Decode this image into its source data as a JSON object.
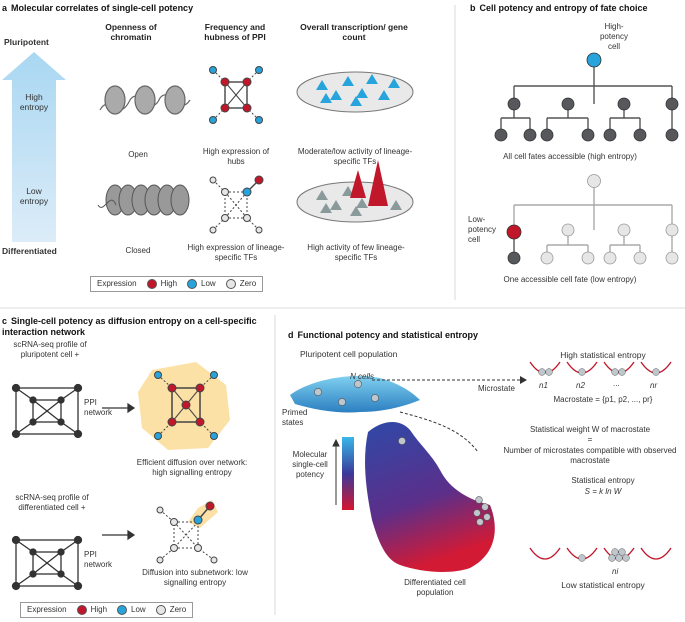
{
  "colors": {
    "red": "#c0172b",
    "blue": "#27a4db",
    "grey": "#56585c",
    "light": "#e6e6e6",
    "arrow": "#a9d7f2",
    "halo": "#fbe1a6"
  },
  "panel_a": {
    "letter": "a",
    "title": "Molecular correlates of single-cell potency",
    "col1": "Openness of chromatin",
    "col2": "Frequency and hubness of PPI",
    "col3": "Overall transcription/ gene count",
    "pluripotent": "Pluripotent",
    "differentiated": "Differentiated",
    "high_entropy": "High entropy",
    "low_entropy": "Low entropy",
    "open": "Open",
    "closed": "Closed",
    "hubs": "High expression of hubs",
    "lineage_ppi": "High expression of lineage-specific TFs",
    "moderate": "Moderate/low activity of lineage-specific TFs",
    "high_activity": "High activity of few lineage-specific TFs"
  },
  "legend": {
    "title": "Expression",
    "high": "High",
    "low": "Low",
    "zero": "Zero"
  },
  "panel_b": {
    "letter": "b",
    "title": "Cell potency and entropy of fate choice",
    "high_potency": "High-potency cell",
    "low_potency": "Low-potency cell",
    "all_fates": "All cell fates accessible (high entropy)",
    "one_fate": "One accessible cell fate (low entropy)"
  },
  "panel_c": {
    "letter": "c",
    "title": "Single-cell potency as diffusion entropy on a cell-specific interaction network",
    "profile_pluri": "scRNA-seq profile of pluripotent cell +",
    "profile_diff": "scRNA-seq profile of differentiated cell +",
    "ppi": "PPI network",
    "efficient": "Efficient diffusion over network: high signalling entropy",
    "diffusion": "Diffusion into subnetwork: low signalling entropy"
  },
  "panel_d": {
    "letter": "d",
    "title": "Functional potency and statistical entropy",
    "population": "Pluripotent cell population",
    "n_cells": "N cells",
    "primed": "Primed states",
    "microstate": "Microstate",
    "molecular": "Molecular single-cell potency",
    "diff_pop": "Differentiated cell population",
    "high_stat": "High statistical entropy",
    "macrostate": "Macrostate = {p1, p2, ..., pr}",
    "weight": "Statistical weight W of macrostate",
    "eq": "=",
    "num_micro": "Number of microstates compatible with observed macrostate",
    "stat_entropy": "Statistical entropy",
    "formula": "S = k ln W",
    "low_stat": "Low statistical entropy",
    "n_labels": [
      "n1",
      "n2",
      "...",
      "nr"
    ],
    "n_low": "ni"
  }
}
